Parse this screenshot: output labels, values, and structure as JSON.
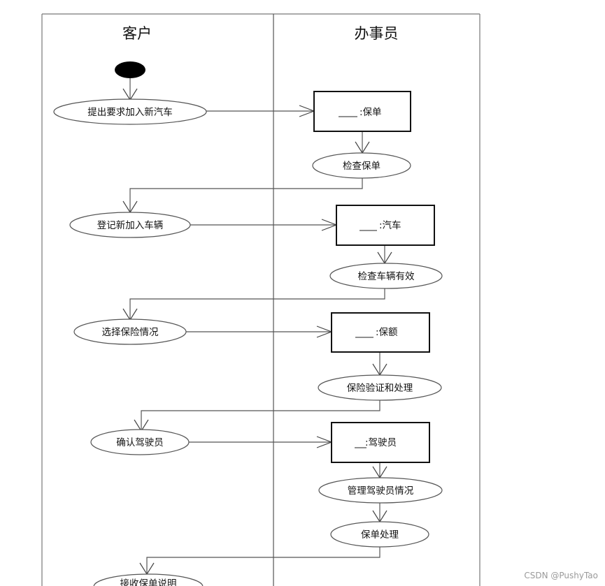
{
  "lanes": {
    "customer": "客户",
    "clerk": "办事员"
  },
  "activities": {
    "request_add_car": "提出要求加入新汽车",
    "check_policy": "检查保单",
    "register_vehicle": "登记新加入车辆",
    "check_vehicle_valid": "检查车辆有效",
    "select_insurance": "选择保险情况",
    "verify_process": "保险验证和处理",
    "confirm_driver": "确认驾驶员",
    "manage_driver": "管理驾驶员情况",
    "policy_processing": "保单处理",
    "receive_policy_note": "接收保单说明"
  },
  "objects": {
    "policy": ":保单",
    "car": ":汽车",
    "premium": ":保额",
    "driver": ":驾驶员"
  },
  "watermark": "CSDN @PushyTao"
}
